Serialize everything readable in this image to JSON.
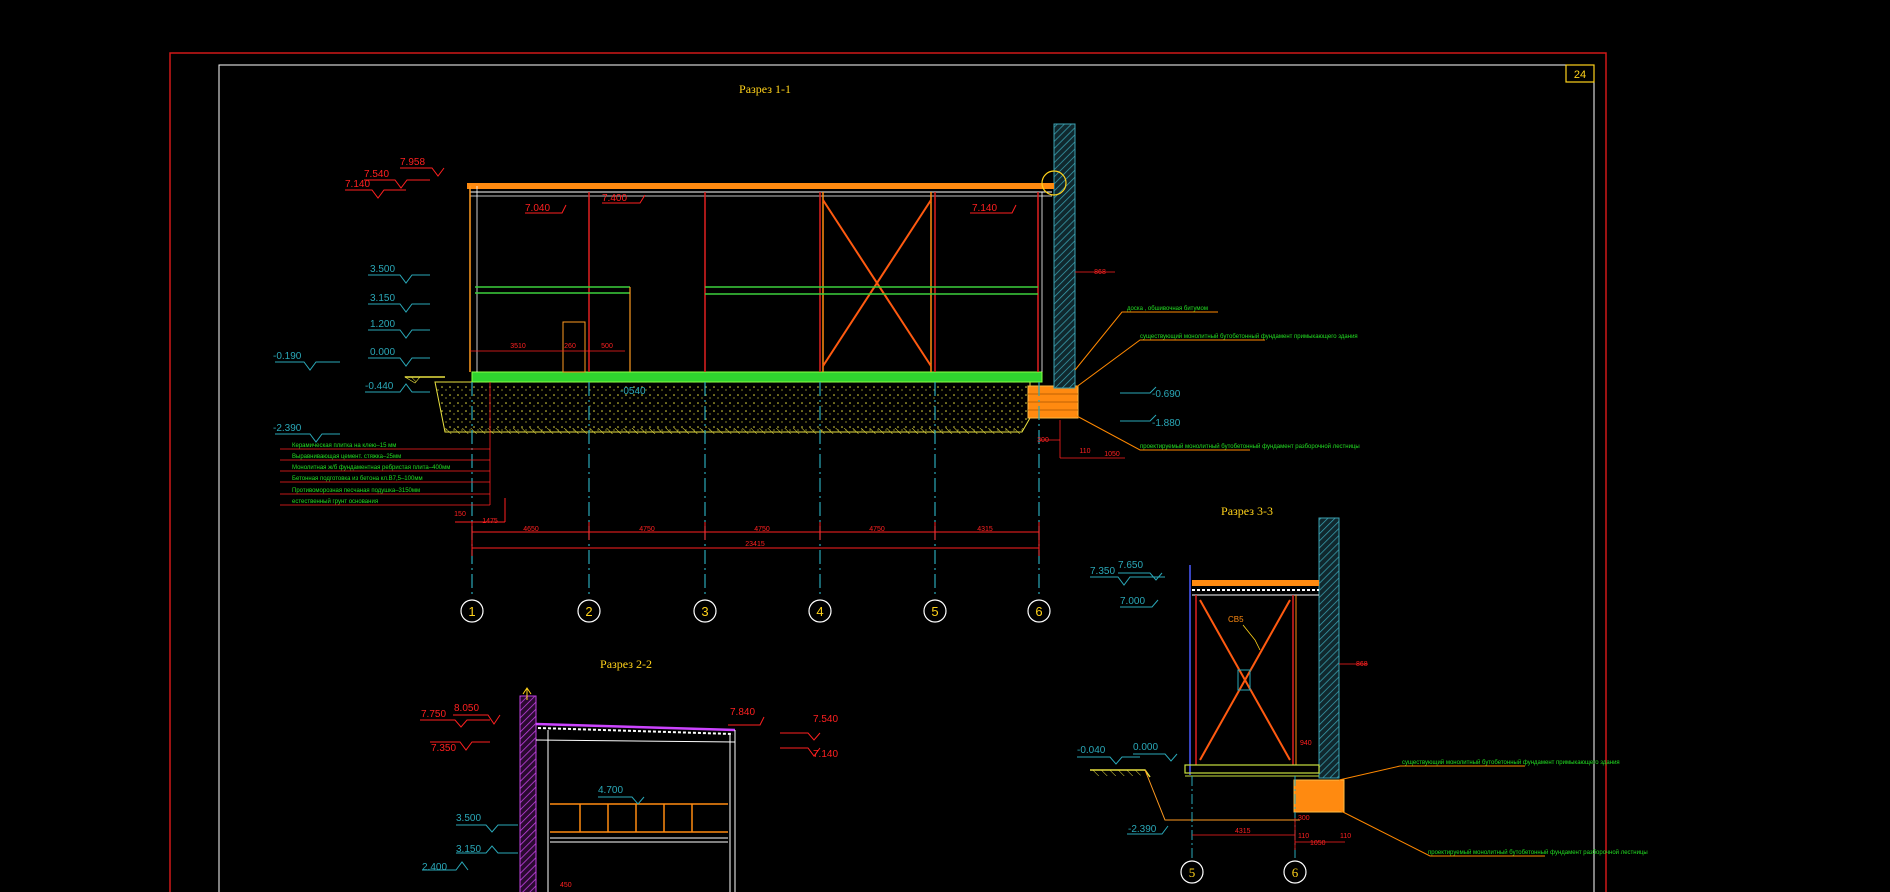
{
  "sheet": {
    "number": "24"
  },
  "colors": {
    "frame_red": "#d01818",
    "frame_white": "#ffffff",
    "title_yellow": "#ffd21a",
    "dim_red": "#ff2020",
    "level_cyan": "#2aa8b8",
    "green": "#22dd22",
    "orange": "#ff8800",
    "wall_cyan": "#36b0c0"
  },
  "section_1": {
    "title": "Разрез 1-1",
    "levels_left": [
      "7.958",
      "7.540",
      "7.140",
      "3.500",
      "3.150",
      "1.200",
      "0.000",
      "-0.190",
      "-0.440",
      "-2.390"
    ],
    "levels_inner": [
      "7.040",
      "7.400",
      "7.140"
    ],
    "soil_level": "-0540",
    "levels_right": [
      "-0.690",
      "-1.880"
    ],
    "spans": [
      "4650",
      "4750",
      "4750",
      "4750",
      "4315"
    ],
    "total_span": "23415",
    "small_dims": [
      "3510",
      "260",
      "500",
      "150",
      "1475",
      "868",
      "300",
      "110",
      "1050"
    ],
    "axes": [
      "1",
      "2",
      "3",
      "4",
      "5",
      "6"
    ],
    "layers": [
      "Керамическая плитка на клею–15 мм",
      "Выравнивающая цемент. стяжка–25мм",
      "Монолитная ж/б фундаментная ребристая плита–400мм",
      "Бетонная подготовка из бетона кл.В7,5–100мм",
      "Противоморозная песчаная подушка–3150мм",
      "естественный грунт основания"
    ],
    "notes": [
      "доска , обшивочная битумом",
      "существующий монолитный бутобетонный фундамент примыкающего здания",
      "проектируемый монолитный бутобетонный фундамент разборочной лестницы"
    ]
  },
  "section_2": {
    "title": "Разрез 2-2",
    "levels": [
      "7.750",
      "8.050",
      "7.350",
      "7.840",
      "7.540",
      "7.140",
      "4.700",
      "3.500",
      "3.150",
      "2.400"
    ],
    "dims": [
      "450"
    ]
  },
  "section_3": {
    "title": "Разрез 3-3",
    "levels": [
      "7.650",
      "7.350",
      "7.000",
      "-0.040",
      "0.000",
      "-2.390"
    ],
    "brace_label": "СВ5",
    "dims": [
      "868",
      "940",
      "4315",
      "300",
      "110",
      "110",
      "1050"
    ],
    "axes": [
      "5",
      "6"
    ],
    "notes": [
      "существующий монолитный бутобетонный фундамент примыкающего здания",
      "проектируемый монолитный бутобетонный фундамент разборочной лестницы"
    ]
  }
}
